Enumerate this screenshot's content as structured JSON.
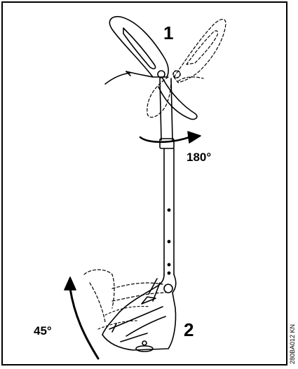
{
  "labels": {
    "step1": "1",
    "step2": "2",
    "angle_handle": "180°",
    "angle_head": "45°"
  },
  "figure_code": "280BA012 KN",
  "colors": {
    "line": "#000000",
    "background": "#ffffff"
  }
}
